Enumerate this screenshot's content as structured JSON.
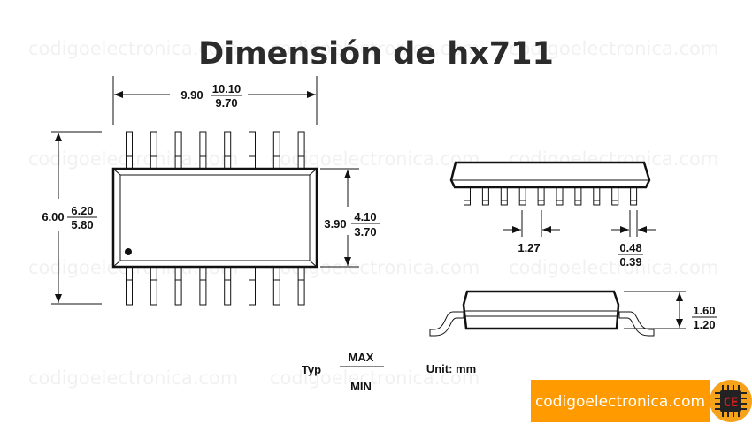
{
  "title": "Dimensión de hx711",
  "watermark": "codigoelectronica.com",
  "top_view": {
    "length": {
      "typ": "9.90",
      "max": "10.10",
      "min": "9.70"
    },
    "width_with_leads": {
      "typ": "6.00",
      "max": "6.20",
      "min": "5.80"
    },
    "body_width": {
      "typ": "3.90",
      "max": "4.10",
      "min": "3.70"
    },
    "pins_per_side": 8
  },
  "side_view": {
    "pitch": "1.27",
    "lead_width": {
      "max": "0.48",
      "min": "0.39"
    },
    "pins_visible": 10
  },
  "end_view": {
    "height": {
      "max": "1.60",
      "min": "1.20"
    }
  },
  "legend": {
    "typ": "Typ",
    "max": "MAX",
    "min": "MIN",
    "unit": "Unit: mm"
  },
  "banner": {
    "text": "codigoelectronica.com",
    "logo": "CE"
  },
  "colors": {
    "banner": "#ff9a00",
    "logo_circle": "#f7a21b",
    "logo_chip": "#222222",
    "logo_text": "#d42020"
  }
}
